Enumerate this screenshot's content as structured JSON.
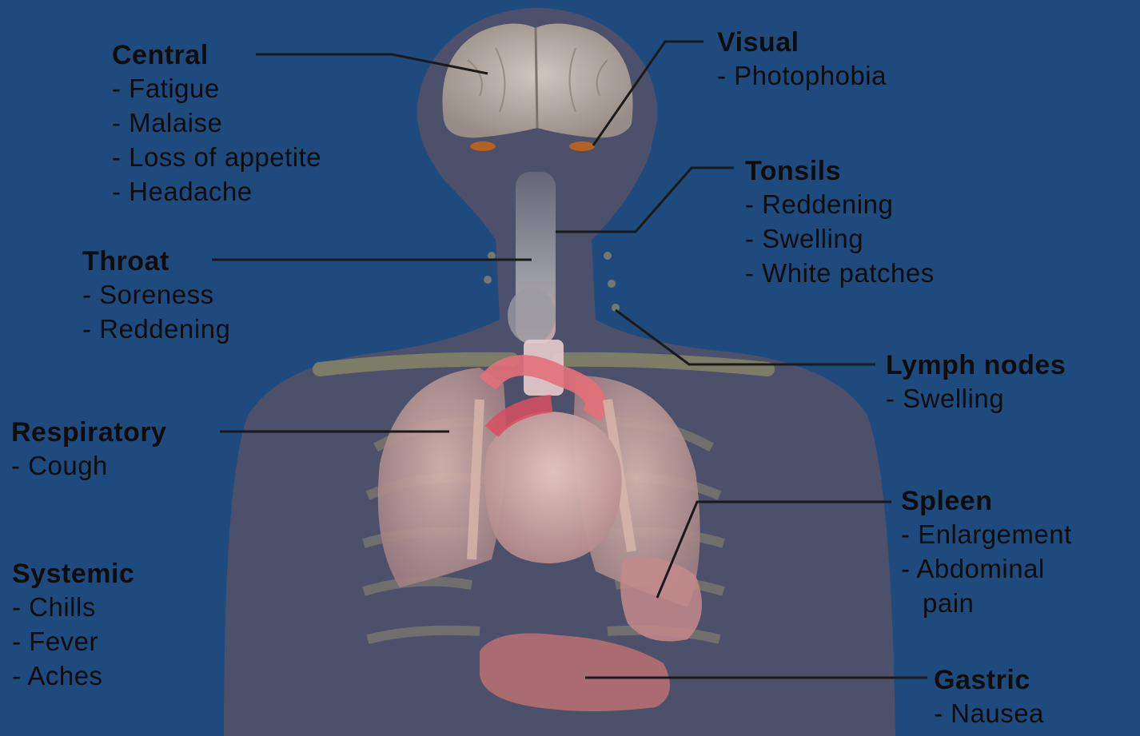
{
  "colors": {
    "background": "#1f4a7e",
    "body_silhouette": "#4d506a",
    "leader_line": "#1a1a1a",
    "text": "#0d0d0d"
  },
  "groups": {
    "central": {
      "heading": "Central",
      "items": [
        "- Fatigue",
        "- Malaise",
        "- Loss of appetite",
        "- Headache"
      ]
    },
    "visual": {
      "heading": "Visual",
      "items": [
        "- Photophobia"
      ]
    },
    "tonsils": {
      "heading": "Tonsils",
      "items": [
        "- Reddening",
        "- Swelling",
        "- White patches"
      ]
    },
    "throat": {
      "heading": "Throat",
      "items": [
        "- Soreness",
        "- Reddening"
      ]
    },
    "lymph_nodes": {
      "heading": "Lymph nodes",
      "items": [
        "- Swelling"
      ]
    },
    "respiratory": {
      "heading": "Respiratory",
      "items": [
        "- Cough"
      ]
    },
    "spleen": {
      "heading": "Spleen",
      "items": [
        "- Enlargement",
        "- Abdominal",
        "pain"
      ]
    },
    "systemic": {
      "heading": "Systemic",
      "items": [
        "- Chills",
        "- Fever",
        "- Aches"
      ]
    },
    "gastric": {
      "heading": "Gastric",
      "items": [
        "- Nausea"
      ]
    }
  }
}
